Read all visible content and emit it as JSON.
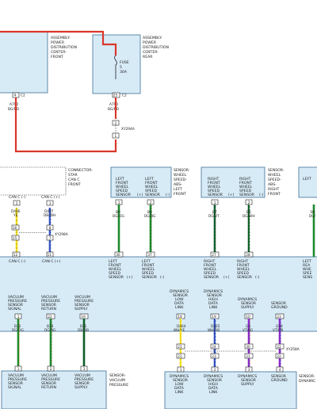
{
  "top": {
    "pdc_front": [
      "ASSEMBLY-",
      "POWER",
      "DISTRIBUTION",
      "CENTER-",
      "FRONT"
    ],
    "pdc_rear": [
      "ASSEMBLY-",
      "POWER",
      "DISTRIBUTION",
      "CENTER-",
      "REAR"
    ],
    "fuse": [
      "FUSE",
      "5",
      "30A"
    ],
    "front_conn": {
      "pin": "4",
      "conn": "C2",
      "circuit": "A790",
      "color": "BG/RD"
    },
    "rear_conn": {
      "pin": "25",
      "conn": "C2",
      "circuit": "A790",
      "color": "BG/RD"
    },
    "splice": {
      "a": "2",
      "b": "1",
      "id": "XY294A"
    }
  },
  "mid": {
    "connector_star": [
      "CONNECTOR-",
      "STAR",
      "CAN C",
      "FRONT"
    ],
    "can_low": "CAN C (-)",
    "can_high": "CAN C (+)",
    "can_pins_top": [
      "2",
      "1"
    ],
    "can_wires": [
      {
        "circuit": "D496",
        "color": "YE"
      },
      {
        "circuit": "D497",
        "color": "DB/WH"
      }
    ],
    "can_splice": {
      "p1": "16",
      "p2": "8",
      "p3": "15",
      "p4": "7",
      "id": "XY298A"
    },
    "can_pins_bottom": [
      "12",
      "11"
    ],
    "left_front": [
      "LEFT",
      "FRONT",
      "WHEEL",
      "SPEED",
      "SENSOR"
    ],
    "lf_pos": "(+)",
    "lf_neg": "(-)",
    "lf_pins": [
      "1",
      "2"
    ],
    "lf_wires": [
      {
        "circuit": "B9",
        "color": "DG/OG"
      },
      {
        "circuit": "B8",
        "color": "DG/BG"
      }
    ],
    "lf_bottom_pins": [
      "36",
      "37"
    ],
    "wss_lf": [
      "SENSOR-",
      "WHEEL",
      "SPEED-",
      "ABS-",
      "LEFT",
      "FRONT"
    ],
    "right_front": [
      "RIGHT",
      "FRONT",
      "WHEEL",
      "SPEED",
      "SENSOR"
    ],
    "rf_pins": [
      "1",
      "2"
    ],
    "rf_wires": [
      {
        "circuit": "B7",
        "color": "DG/VT"
      },
      {
        "circuit": "B6",
        "color": "DG/WH"
      }
    ],
    "rf_bottom_pins": [
      "27",
      "28"
    ],
    "wss_rf": [
      "SENSOR-",
      "WHEEL",
      "SPEED-",
      "ABS-",
      "RIGHT",
      "FRONT"
    ],
    "edge_box": [
      "LEFT",
      "REA",
      "WHE",
      "SPEE",
      "SENS"
    ],
    "edge_wire": {
      "circuit": "B4",
      "color": "DG/"
    }
  },
  "bottom": {
    "vacuum": [
      {
        "label": [
          "VACUUM",
          "PRESSURE",
          "SENSOR",
          "SIGNAL"
        ],
        "pin_top": "1",
        "circuit": "B32",
        "color": "DG/OG",
        "pin_bottom": "1"
      },
      {
        "label": [
          "VACUUM",
          "PRESSURE",
          "SENSOR",
          "RETURN"
        ],
        "pin_top": "22",
        "circuit": "B33",
        "color": "DG/BG",
        "pin_bottom": "2"
      },
      {
        "label": [
          "VACUUM",
          "PRESSURE",
          "SENSOR",
          "SUPPLY"
        ],
        "pin_top": "19",
        "circuit": "B31",
        "color": "DB/OB",
        "pin_bottom": "3"
      }
    ],
    "vacuum_sensor": [
      "SENSOR-",
      "VACUUM",
      "PRESSURE"
    ],
    "dynamics": [
      {
        "label": [
          "DYNAMICS",
          "SENSOR",
          "LOW",
          "DATA",
          "LINK"
        ],
        "pin_top": "18",
        "circuit": "D464",
        "color": "WH/YE",
        "pin_bottom": "1"
      },
      {
        "label": [
          "DYNAMICS",
          "SENSOR",
          "HIGH",
          "DATA",
          "LINK"
        ],
        "pin_top": "19",
        "circuit": "D465",
        "color": "WH/DB",
        "pin_bottom": "2"
      },
      {
        "label": [
          "DYNAMICS",
          "SENSOR",
          "SUPPLY"
        ],
        "pin_top": "10",
        "circuit": "G4",
        "color": "VT/BG",
        "pin_bottom": "3"
      },
      {
        "label": [
          "SENSOR",
          "GROUND"
        ],
        "pin_top": "23",
        "circuit": "G94",
        "color": "VT/DB",
        "pin_bottom": "4"
      }
    ],
    "dyn_splice": {
      "a1": "21",
      "a2": "24",
      "b1": "30",
      "b2": "22",
      "c1": "21",
      "c2": "23",
      "d1": "21",
      "d2": "22",
      "id": "XY258A"
    },
    "dyn_sensor": [
      "SENSOR-",
      "DYNAMIC"
    ]
  },
  "colors": {
    "power": "#d9372b",
    "module_fill": "#d7ebf7",
    "module_stroke": "#3c6f96",
    "green": "#1c8a2c",
    "dark_green": "#0f5e26",
    "yellow": "#f2df1f",
    "blue": "#2f4fbf",
    "violet": "#8a2bc9"
  }
}
